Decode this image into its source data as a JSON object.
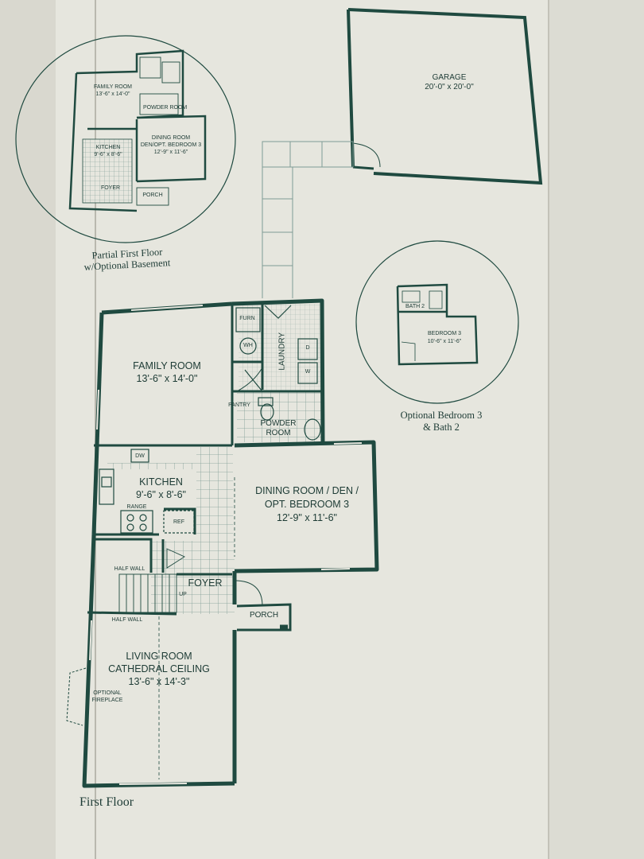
{
  "colors": {
    "ink": "#1f4a40",
    "paper": "#e6e6de",
    "tile": "#7f9c95"
  },
  "garage": {
    "name": "GARAGE",
    "size": "20'-0\" x 20'-0\""
  },
  "inset_partial": {
    "caption_line1": "Partial First Floor",
    "caption_line2": "w/Optional Basement",
    "family_room": "FAMILY ROOM",
    "family_room_size": "13'-6\" x 14'-0\"",
    "powder_room": "POWDER ROOM",
    "kitchen": "KITCHEN",
    "kitchen_size": "9'-6\" x 8'-6\"",
    "dining_line1": "DINING ROOM",
    "dining_line2": "DEN/OPT. BEDROOM 3",
    "dining_size": "12'-9\" x 11'-6\"",
    "foyer": "FOYER",
    "porch": "PORCH"
  },
  "inset_bedroom": {
    "caption_line1": "Optional Bedroom 3",
    "caption_line2": "& Bath 2",
    "bath": "BATH 2",
    "bedroom": "BEDROOM 3",
    "bedroom_size": "10'-6\" x 11'-6\""
  },
  "rooms": {
    "furn": "FURN",
    "wh": "WH",
    "laundry": "LAUNDRY",
    "d": "D",
    "w": "W",
    "pantry": "PANTRY",
    "powder_line1": "POWDER",
    "powder_line2": "ROOM",
    "family": "FAMILY ROOM",
    "family_size": "13'-6\" x 14'-0\"",
    "dw": "DW",
    "kitchen": "KITCHEN",
    "kitchen_size": "9'-6\" x 8'-6\"",
    "range": "RANGE",
    "ref": "REF",
    "dining_line1": "DINING ROOM / DEN /",
    "dining_line2": "OPT. BEDROOM 3",
    "dining_size": "12'-9\" x 11'-6\"",
    "half_wall_1": "HALF WALL",
    "half_wall_2": "HALF WALL",
    "foyer": "FOYER",
    "up": "UP",
    "porch": "PORCH",
    "living_line1": "LIVING ROOM",
    "living_line2": "CATHEDRAL CEILING",
    "living_size": "13'-6\" x 14'-3\"",
    "fireplace_line1": "OPTIONAL",
    "fireplace_line2": "FIREPLACE"
  },
  "floor_caption": "First Floor"
}
